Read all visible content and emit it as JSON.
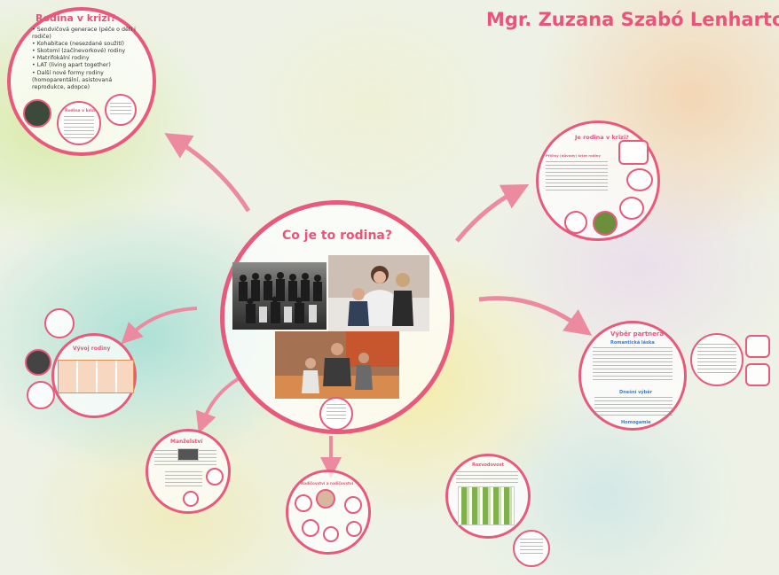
{
  "title": "Mgr. Zuzana Szabó Lenharto",
  "center": {
    "title": "Co je to rodina?"
  },
  "crisis_left": {
    "title": "Rodina v krizi?",
    "items": [
      "Sendvičová generace (péče o děti i rodiče)",
      "Kohabitace (nesezdané soužití)",
      "Skotomí (začínevorkové) rodiny",
      "Matrifokální rodiny",
      "LAT (living apart together)",
      "Další nové formy rodiny (homoparentální, asistovaná reprodukce, adopce)"
    ],
    "sub_label": "Rodina v krizi"
  },
  "crisis_right": {
    "title": "Je rodina v krizi?",
    "sub_label": "Příčiny (důvody) krize rodiny"
  },
  "partner": {
    "title": "Výběr partnera",
    "sub1": "Romantická láska",
    "sub2": "Dnešní výběr",
    "sub3": "Homogamie"
  },
  "development": {
    "title": "Vývoj rodiny"
  },
  "marriage": {
    "title": "Manželství"
  },
  "parenthood": {
    "title": "Rodičovství a rodičovství"
  },
  "divorce": {
    "title": "Rozvodovost"
  },
  "colors": {
    "accent": "#e9557a",
    "ring": "#e85a7c",
    "blue": "#3a7bd5"
  }
}
